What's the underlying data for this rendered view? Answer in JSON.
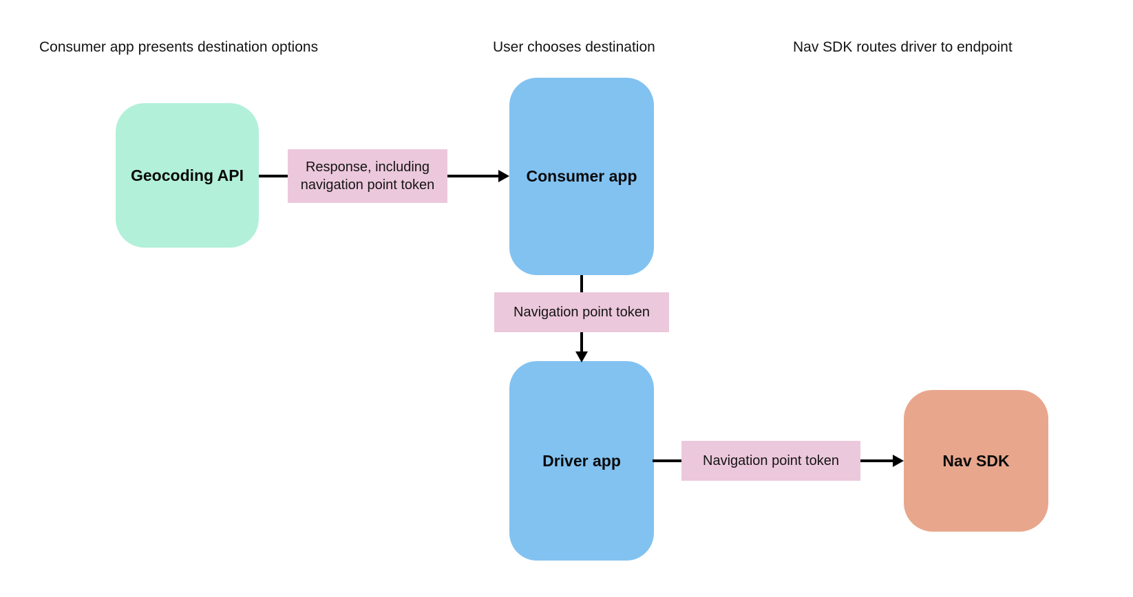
{
  "diagram": {
    "background": "#ffffff",
    "stage_headings": [
      {
        "label": "Consumer app presents destination options"
      },
      {
        "label": "User chooses destination"
      },
      {
        "label": "Nav SDK routes driver to endpoint"
      }
    ],
    "nodes": {
      "geocoding_api": {
        "label": "Geocoding API",
        "fill": "#b2f0da"
      },
      "consumer_app": {
        "label": "Consumer app",
        "fill": "#82c2f1"
      },
      "driver_app": {
        "label": "Driver app",
        "fill": "#82c2f1"
      },
      "nav_sdk": {
        "label": "Nav SDK",
        "fill": "#e8a78d"
      }
    },
    "edge_labels": {
      "geocoding_to_consumer": {
        "label": "Response, including navigation point token",
        "fill": "#ecc8dc"
      },
      "consumer_to_driver": {
        "label": "Navigation point token",
        "fill": "#ecc8dc"
      },
      "driver_to_nav_sdk": {
        "label": "Navigation point token",
        "fill": "#ecc8dc"
      }
    },
    "edges": [
      {
        "from": "Geocoding API",
        "to": "Consumer app",
        "label": "Response, including navigation point token"
      },
      {
        "from": "Consumer app",
        "to": "Driver app",
        "label": "Navigation point token"
      },
      {
        "from": "Driver app",
        "to": "Nav SDK",
        "label": "Navigation point token"
      }
    ],
    "arrow_color": "#000000",
    "text_color": "#141414"
  }
}
